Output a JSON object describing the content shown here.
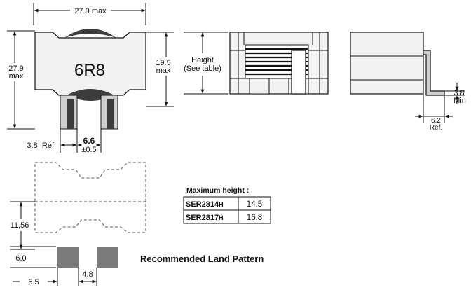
{
  "dimensions": {
    "top_width": "27.9 max",
    "left_height_value": "27.9",
    "left_height_suffix": "max",
    "right_height_value": "19.5",
    "right_height_suffix": "max",
    "height_label_line1": "Height",
    "height_label_line2": "(See table)",
    "ref_left_value": "3.8",
    "ref_left_suffix": "Ref.",
    "center_gap_value": "6.6",
    "center_gap_tol": "±0.5",
    "terminal_min_value": "3.8",
    "terminal_min_suffix": "Min",
    "terminal_ref_value": "6.2",
    "terminal_ref_suffix": "Ref."
  },
  "part_marking": "6R8",
  "land_pattern": {
    "title": "Recommended Land Pattern",
    "pitch": "11,56",
    "pad_height": "6.0",
    "pad_offset": "5.5",
    "pad_gap": "4.8"
  },
  "height_table": {
    "title": "Maximum height :",
    "rows": [
      {
        "part_prefix": "SER",
        "part_number": "2814",
        "part_suffix": "H",
        "height": "14.5"
      },
      {
        "part_prefix": "SER",
        "part_number": "2817",
        "part_suffix": "H",
        "height": "16.8"
      }
    ]
  },
  "colors": {
    "body_fill": "#f2f2f2",
    "dark_fill": "#3c3c3c",
    "terminal_fill": "#cfcfcf",
    "pad_fill": "#7a7a7a",
    "line": "#111111"
  }
}
